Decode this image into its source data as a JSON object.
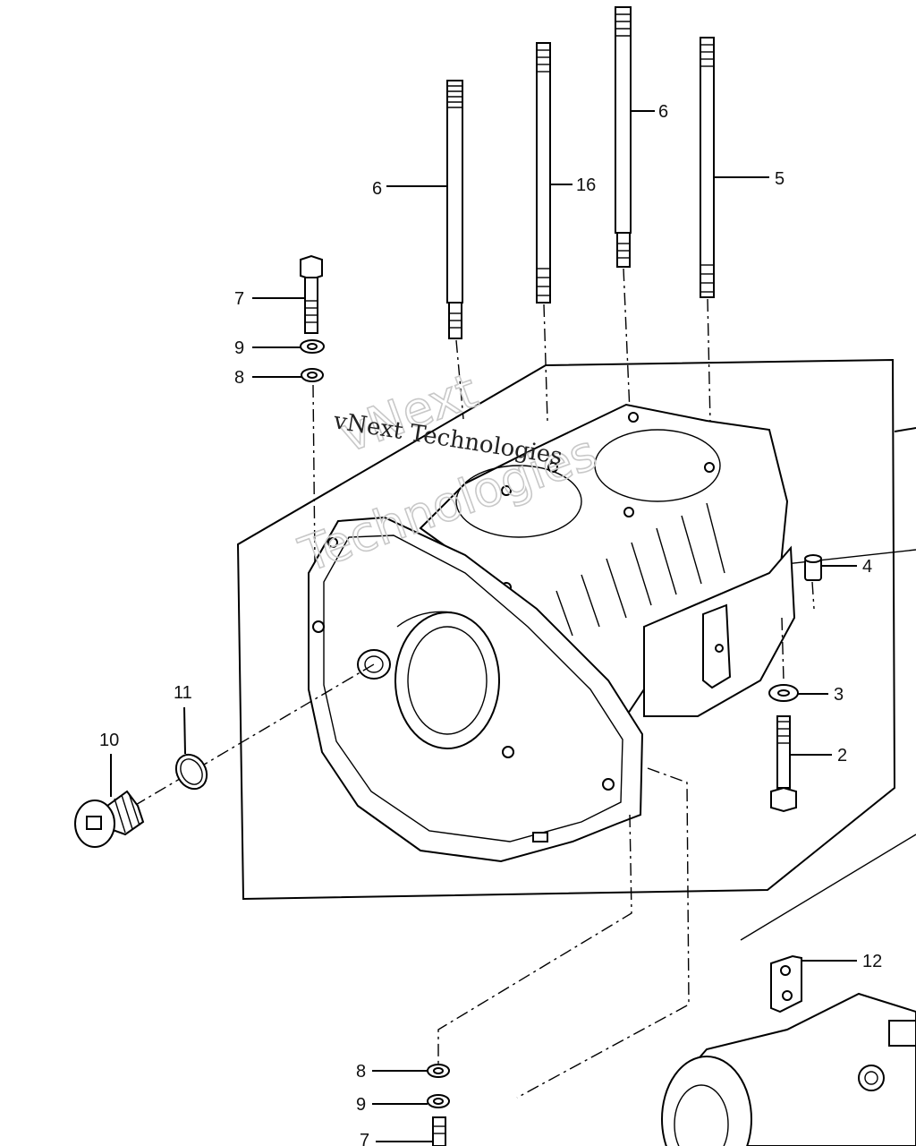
{
  "callouts": {
    "c1": "6",
    "c2": "16",
    "c3": "6",
    "c4": "5",
    "c5": "7",
    "c6": "9",
    "c7": "8",
    "c8": "4",
    "c9": "3",
    "c10": "2",
    "c11": "11",
    "c12": "10",
    "c13": "12",
    "c14": "8",
    "c15": "9",
    "c16": "7"
  },
  "watermark": {
    "line_a": "vNext Technologies",
    "line_b": "vNext",
    "line_c": "Technologies"
  }
}
